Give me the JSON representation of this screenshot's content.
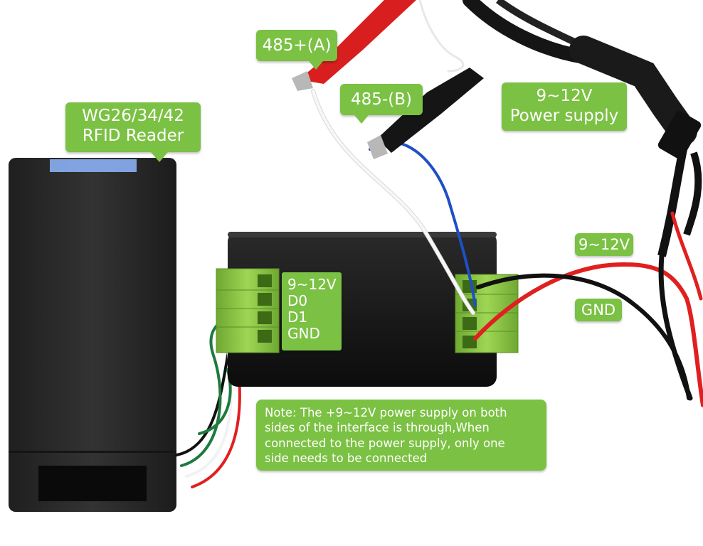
{
  "labels": {
    "reader": [
      "WG26/34/42",
      "RFID Reader"
    ],
    "rs485_a": "485+(A)",
    "rs485_b": "485-(B)",
    "power_supply": [
      "9~12V",
      "Power supply"
    ],
    "right_voltage": "9~12V",
    "right_gnd": "GND",
    "pins": [
      "9~12V",
      "D0",
      "D1",
      "GND"
    ],
    "note": [
      "Note: The +9~12V power supply on both",
      "sides of the interface is through,When",
      "connected to the power supply, only one",
      "side needs to be connected"
    ]
  },
  "colors": {
    "callout_green": "#7bc143",
    "terminal_green": "#8cc63f",
    "module_black": "#161616",
    "reader_black": "#2b2b2b",
    "wire_red": "#e02020",
    "wire_blue": "#1e4fc4",
    "wire_white": "#f2f2f2",
    "wire_black": "#111111",
    "wire_green": "#1e7a3e",
    "clip_red": "#d81e1e"
  }
}
